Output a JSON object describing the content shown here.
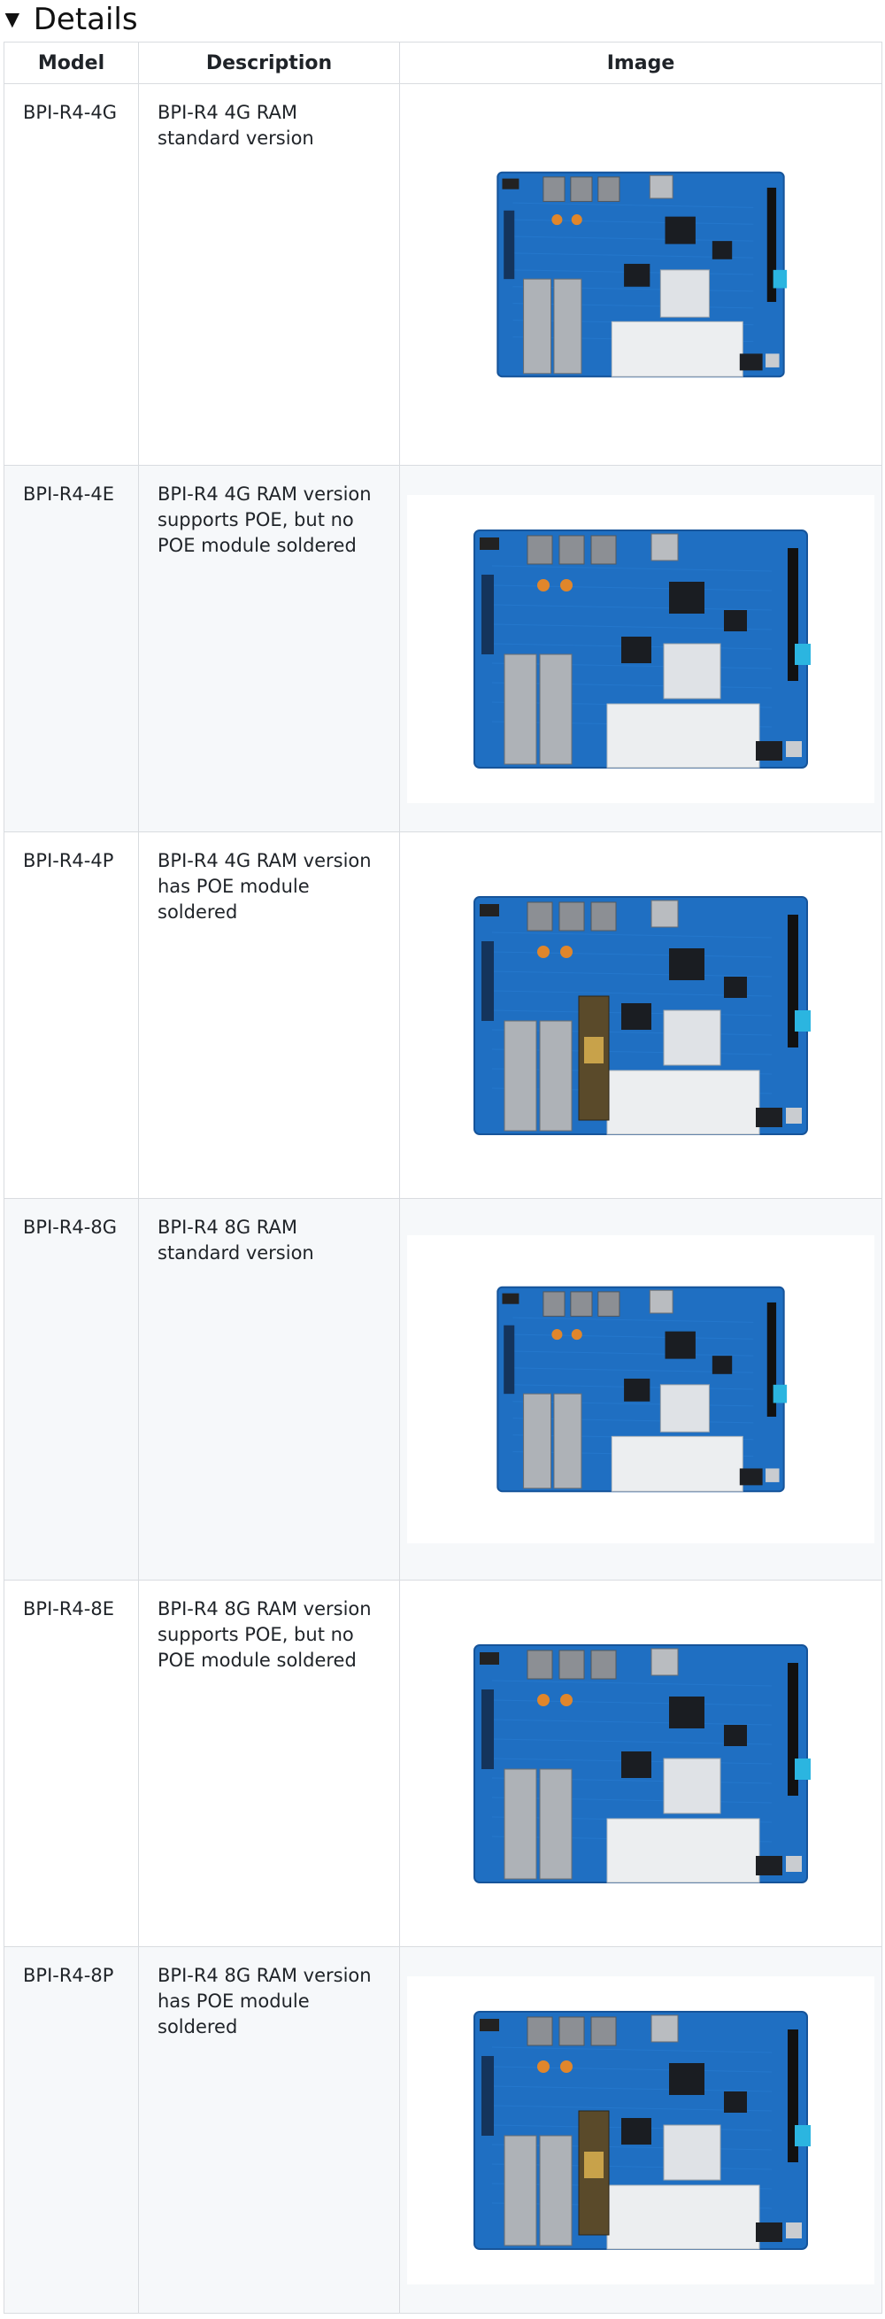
{
  "details": {
    "marker": "▼",
    "summary": "Details"
  },
  "table": {
    "headers": [
      "Model",
      "Description",
      "Image"
    ],
    "rows": [
      {
        "model": "BPI-R4-4G",
        "description": "BPI-R4 4G RAM standard version",
        "image": "board-photo-standard",
        "poe": false
      },
      {
        "model": "BPI-R4-4E",
        "description": "BPI-R4 4G RAM version supports POE, but no POE module soldered",
        "image": "board-photo-poe-ready",
        "poe": false
      },
      {
        "model": "BPI-R4-4P",
        "description": "BPI-R4 4G RAM version has POE module soldered",
        "image": "board-photo-poe-module",
        "poe": true
      },
      {
        "model": "BPI-R4-8G",
        "description": "BPI-R4 8G RAM standard version",
        "image": "board-photo-standard",
        "poe": false
      },
      {
        "model": "BPI-R4-8E",
        "description": "BPI-R4 8G RAM version supports POE, but no POE module soldered",
        "image": "board-photo-poe-ready",
        "poe": false
      },
      {
        "model": "BPI-R4-8P",
        "description": "BPI-R4 8G RAM version has POE module soldered",
        "image": "board-photo-poe-module",
        "poe": true
      }
    ]
  },
  "colors": {
    "pcb": "#1f6fc2",
    "pcb_dark": "#16549a",
    "border": "#d9dce0",
    "stripe": "#f6f8fa"
  }
}
